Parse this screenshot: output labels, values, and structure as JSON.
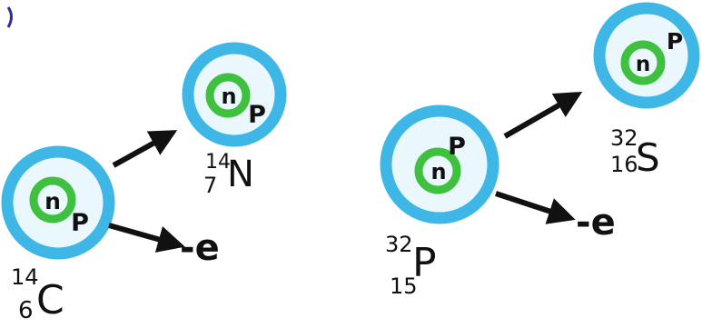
{
  "colors": {
    "shell": "#3fb7e6",
    "shell_inner": "#eaf7fd",
    "nucleus": "#3fc13f",
    "neutron_label": "#1f2a9e",
    "proton_label": "#e6306d",
    "ink": "#111111"
  },
  "labels": {
    "neutron": "n",
    "proton": "P"
  },
  "panel_left": {
    "parent": {
      "mass": "14",
      "atomic": "6",
      "symbol": "C"
    },
    "daughter": {
      "mass": "14",
      "atomic": "7",
      "symbol": "N"
    },
    "emitted": {
      "text": "-e"
    }
  },
  "panel_right": {
    "parent": {
      "mass": "32",
      "atomic": "15",
      "symbol": "P"
    },
    "daughter": {
      "mass": "32",
      "atomic": "16",
      "symbol": "S"
    },
    "emitted": {
      "text": "-e"
    }
  }
}
